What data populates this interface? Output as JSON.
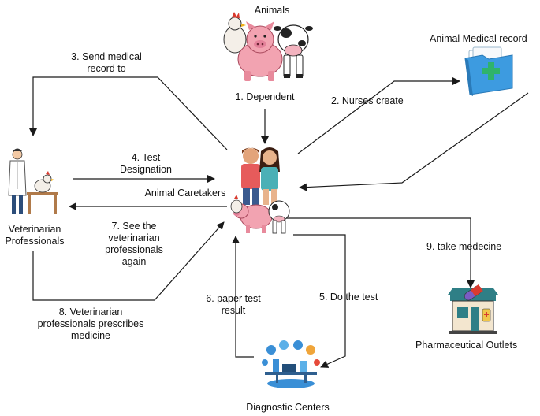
{
  "nodes": {
    "animals": "Animals",
    "caretakers": "Animal Caretakers",
    "vet": [
      "Veterinarian",
      "Professionals"
    ],
    "medical_record": "Animal Medical record",
    "pharmacy": "Pharmaceutical Outlets",
    "diagnostic": "Diagnostic Centers"
  },
  "edges": {
    "e1": "1. Dependent",
    "e2": "2. Nurses create",
    "e3": [
      "3. Send medical",
      "record to"
    ],
    "e4": [
      "4. Test",
      "Designation"
    ],
    "e5": "5. Do the test",
    "e6": [
      "6. paper test",
      "result"
    ],
    "e7": [
      "7. See the",
      "veterinarian",
      "professionals",
      "again"
    ],
    "e8": [
      "8. Veterinarian",
      "professionals prescribes",
      "medicine"
    ],
    "e9": "9. take medecine"
  },
  "icons": {
    "animals": "farm-animals-icon",
    "caretakers": "caretakers-with-animals-icon",
    "vet": "veterinarian-icon",
    "record": "medical-folder-icon",
    "pharmacy": "pharmacy-store-icon",
    "diagnostic": "lab-equipment-icon"
  },
  "colors": {
    "line": "#1a1a1a",
    "folder": "#3d9be0",
    "pharmacy": "#2f7f86",
    "lab": "#3a8fd6"
  }
}
